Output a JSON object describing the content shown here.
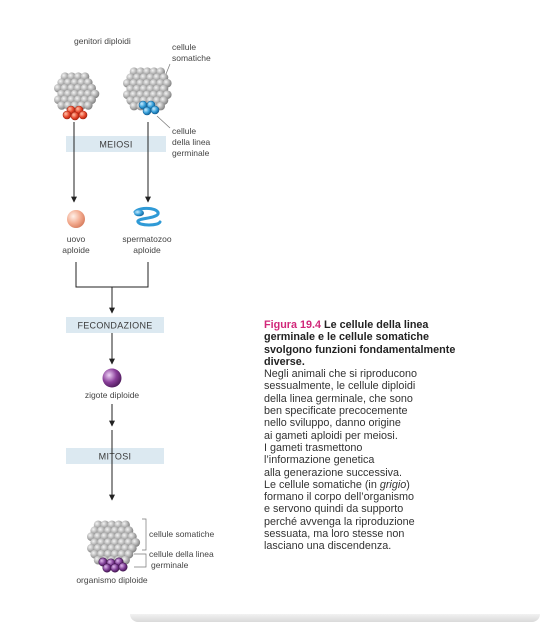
{
  "diagram": {
    "parents_label": "genitori diploidi",
    "somatic_label_1": "cellule",
    "somatic_label_2": "somatiche",
    "germline_label_1": "cellule",
    "germline_label_2": "della linea",
    "germline_label_3": "germinale",
    "meiosis": "MEIOSI",
    "egg_label_1": "uovo",
    "egg_label_2": "aploide",
    "sperm_label_1": "spermatozoo",
    "sperm_label_2": "aploide",
    "fertilization": "FECONDAZIONE",
    "zygote_label": "zigote diploide",
    "mitosis": "MITOSI",
    "organism_somatic": "cellule somatiche",
    "organism_germline_1": "cellule della linea",
    "organism_germline_2": "germinale",
    "organism_label": "organismo diploide"
  },
  "caption": {
    "number": "Figura 19.4",
    "title": "Le cellule della linea germinale e le cellule somatiche svolgono funzioni fondamentalmente diverse.",
    "body_part1": "Negli animali che si riproducono\nsessualmente, le cellule diploidi\ndella linea germinale, che sono\nben specificate precocemente\nnello sviluppo, danno origine\nai gameti aploidi per meiosi.\nI gameti trasmettono\nl’informazione genetica\nalla generazione successiva.\nLe cellule somatiche (in ",
    "body_italic": "grigio",
    "body_part2": ")\nformano il corpo dell’organismo\ne servono quindi da supporto\nperché avvenga la riproduzione\nsessuata, ma loro stesse non\nlasciano una discendenza."
  },
  "colors": {
    "accent": "#d1287a",
    "box": "#dce9f1",
    "somatic_cell": "#a9a9a9",
    "germ_red": "#e8472c",
    "germ_blue": "#2f9ad6",
    "egg": "#f2a98d",
    "zygote": "#8a3f9a",
    "germ_purple": "#7a3a91"
  }
}
